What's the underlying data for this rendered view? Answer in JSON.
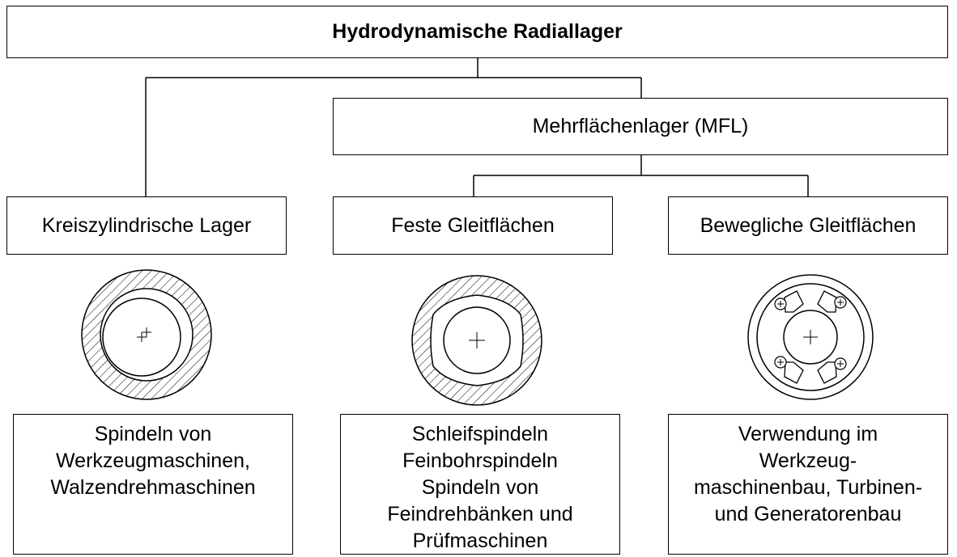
{
  "title": "Hydrodynamische Radiallager",
  "mfl": "Mehrflächenlager (MFL)",
  "categories": [
    "Kreiszylindrische Lager",
    "Feste Gleitflächen",
    "Bewegliche Gleitflächen"
  ],
  "icons": [
    "circular-bearing-icon",
    "fixed-multi-surface-bearing-icon",
    "tilting-pad-bearing-icon"
  ],
  "applications": [
    "Spindeln von\nWerkzeugmaschinen,\nWalzendrehmaschinen",
    "Schleifspindeln\nFeinbohrspindeln\nSpindeln von\nFeindrehbänken und\nPrüfmaschinen",
    "Verwendung im\nWerkzeug-\nmaschinenbau, Turbinen-\nund Generatorenbau"
  ]
}
